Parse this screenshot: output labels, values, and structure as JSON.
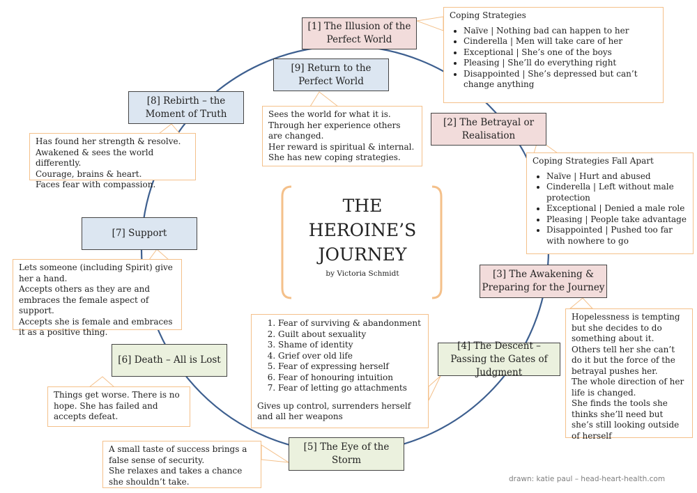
{
  "title": [
    "THE",
    "HEROINE’S",
    "JOURNEY"
  ],
  "author": "by Victoria Schmidt",
  "credit": "drawn: katie paul – head-heart-health.com",
  "stages": {
    "s1": "[1] The Illusion of the Perfect World",
    "s2": "[2] The Betrayal or Realisation",
    "s3": "[3] The Awakening & Preparing for the Journey",
    "s4": "[4] The Descent – Passing the Gates of Judgment",
    "s5": "[5] The Eye of the Storm",
    "s6": "[6] Death – All is Lost",
    "s7": "[7] Support",
    "s8": "[8] Rebirth – the Moment of Truth",
    "s9": "[9] Return to the Perfect World"
  },
  "coping": {
    "title": "Coping Strategies",
    "items": [
      "Naïve | Nothing bad can happen to her",
      "Cinderella | Men will take care of her",
      "Exceptional | She’s one of the boys",
      "Pleasing | She’ll do everything right",
      "Disappointed | She’s depressed but can’t change anything"
    ]
  },
  "fallapart": {
    "title": "Coping Strategies Fall Apart",
    "items": [
      "Naïve | Hurt and abused",
      "Cinderella | Left without male protection",
      "Exceptional | Denied a male role",
      "Pleasing | People take advantage",
      "Disappointed | Pushed too far with nowhere to go"
    ]
  },
  "notes": {
    "s9": [
      "Sees the world for what it is.",
      "Through her experience others are changed.",
      "Her reward is spiritual & internal.",
      "She has new coping strategies."
    ],
    "s8": [
      "Has found her strength & resolve.",
      "Awakened & sees the world differently.",
      "Courage, brains & heart.",
      "Faces fear with compassion."
    ],
    "s7": [
      "Lets someone (including Spirit) give her a hand.",
      "Accepts others as they are and embraces the female aspect of support.",
      "Accepts she is female and embraces it as a positive thing."
    ],
    "s6": [
      "Things get worse. There is no hope. She has failed and accepts defeat."
    ],
    "s5": [
      "A small taste of success brings a false sense of security.",
      "She relaxes and takes a chance she shouldn’t take."
    ],
    "s3": [
      "Hopelessness is tempting but she decides to do something about it.",
      "Others tell her she can’t do it but the force of the betrayal pushes her.",
      "The whole direction of her life is changed.",
      "She finds the tools she thinks she’ll need but she’s still looking outside of herself"
    ]
  },
  "fears": {
    "items": [
      "Fear of surviving & abandonment",
      "Guilt about sexuality",
      "Shame of identity",
      "Grief over old life",
      "Fear of expressing herself",
      "Fear of honouring intuition",
      "Fear of letting go attachments"
    ],
    "summary": "Gives up control, surrenders herself and all her weapons"
  },
  "colors": {
    "ring": "#3d5f8f",
    "note_border": "#f4c08a",
    "bracket": "#f4c08a"
  }
}
